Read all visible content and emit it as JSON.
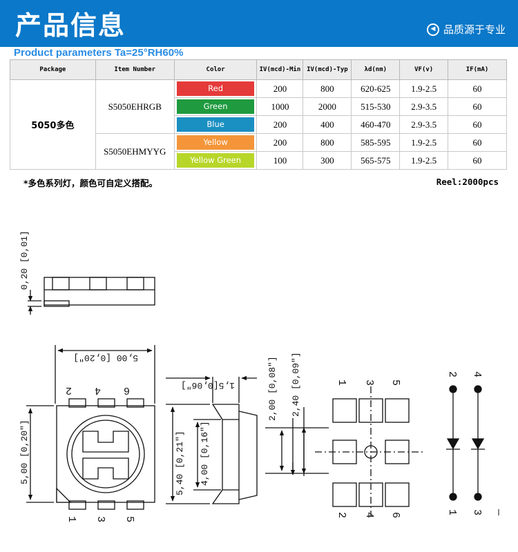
{
  "header": {
    "title": "产品信息",
    "badge": "品质源于专业",
    "badge_icon": "arrow-left-circle-icon",
    "bg": "#0b78c9"
  },
  "subtitle": "Product parameters Ta=25°RH60%",
  "table": {
    "headers": [
      "Package",
      "Item Number",
      "Color",
      "IV(mcd)-Min",
      "IV(mcd)-Typ",
      "λd(nm)",
      "VF(v)",
      "IF(mA)"
    ],
    "package": "5050多色",
    "groups": [
      {
        "item": "S5050EHRGB",
        "rows": [
          {
            "color": "Red",
            "swatch": "#e53a3a",
            "min": "200",
            "typ": "800",
            "wl": "620-625",
            "vf": "1.9-2.5",
            "if": "60"
          },
          {
            "color": "Green",
            "swatch": "#1f9a3e",
            "min": "1000",
            "typ": "2000",
            "wl": "515-530",
            "vf": "2.9-3.5",
            "if": "60"
          },
          {
            "color": "Blue",
            "swatch": "#1a8fc1",
            "min": "200",
            "typ": "400",
            "wl": "460-470",
            "vf": "2.9-3.5",
            "if": "60"
          }
        ]
      },
      {
        "item": "S5050EHMYYG",
        "rows": [
          {
            "color": "Yellow",
            "swatch": "#f49539",
            "min": "200",
            "typ": "800",
            "wl": "585-595",
            "vf": "1.9-2.5",
            "if": "60"
          },
          {
            "color": "Yellow Green",
            "swatch": "#b7d62a",
            "min": "100",
            "typ": "300",
            "wl": "565-575",
            "vf": "1.9-2.5",
            "if": "60"
          }
        ]
      }
    ]
  },
  "footnote": "*多色系列灯，颜色可自定义搭配。",
  "reel": "Reel:2000pcs",
  "drawing": {
    "side_height": "0,20 [0,01]",
    "top_width": "5,00 [0,20\"]",
    "top_height": "5,00 [0,20\"]",
    "pins_top": [
      "2",
      "4",
      "6"
    ],
    "pins_bottom": [
      "1",
      "3",
      "5"
    ],
    "profile_depth": "1,5[0,06\"]",
    "outer_height": "5,40 [0,21\"]",
    "inner_height": "4,00 [0,16\"]",
    "pad_gap": "2,00 [0,08\"]",
    "pad_span": "2,40 [0,09\"]",
    "pad_pins_top": [
      "1",
      "3",
      "5"
    ],
    "pad_pins_bottom": [
      "2",
      "4",
      "6"
    ],
    "sch_top": [
      "2",
      "4"
    ],
    "sch_bottom": [
      "1",
      "3"
    ]
  }
}
